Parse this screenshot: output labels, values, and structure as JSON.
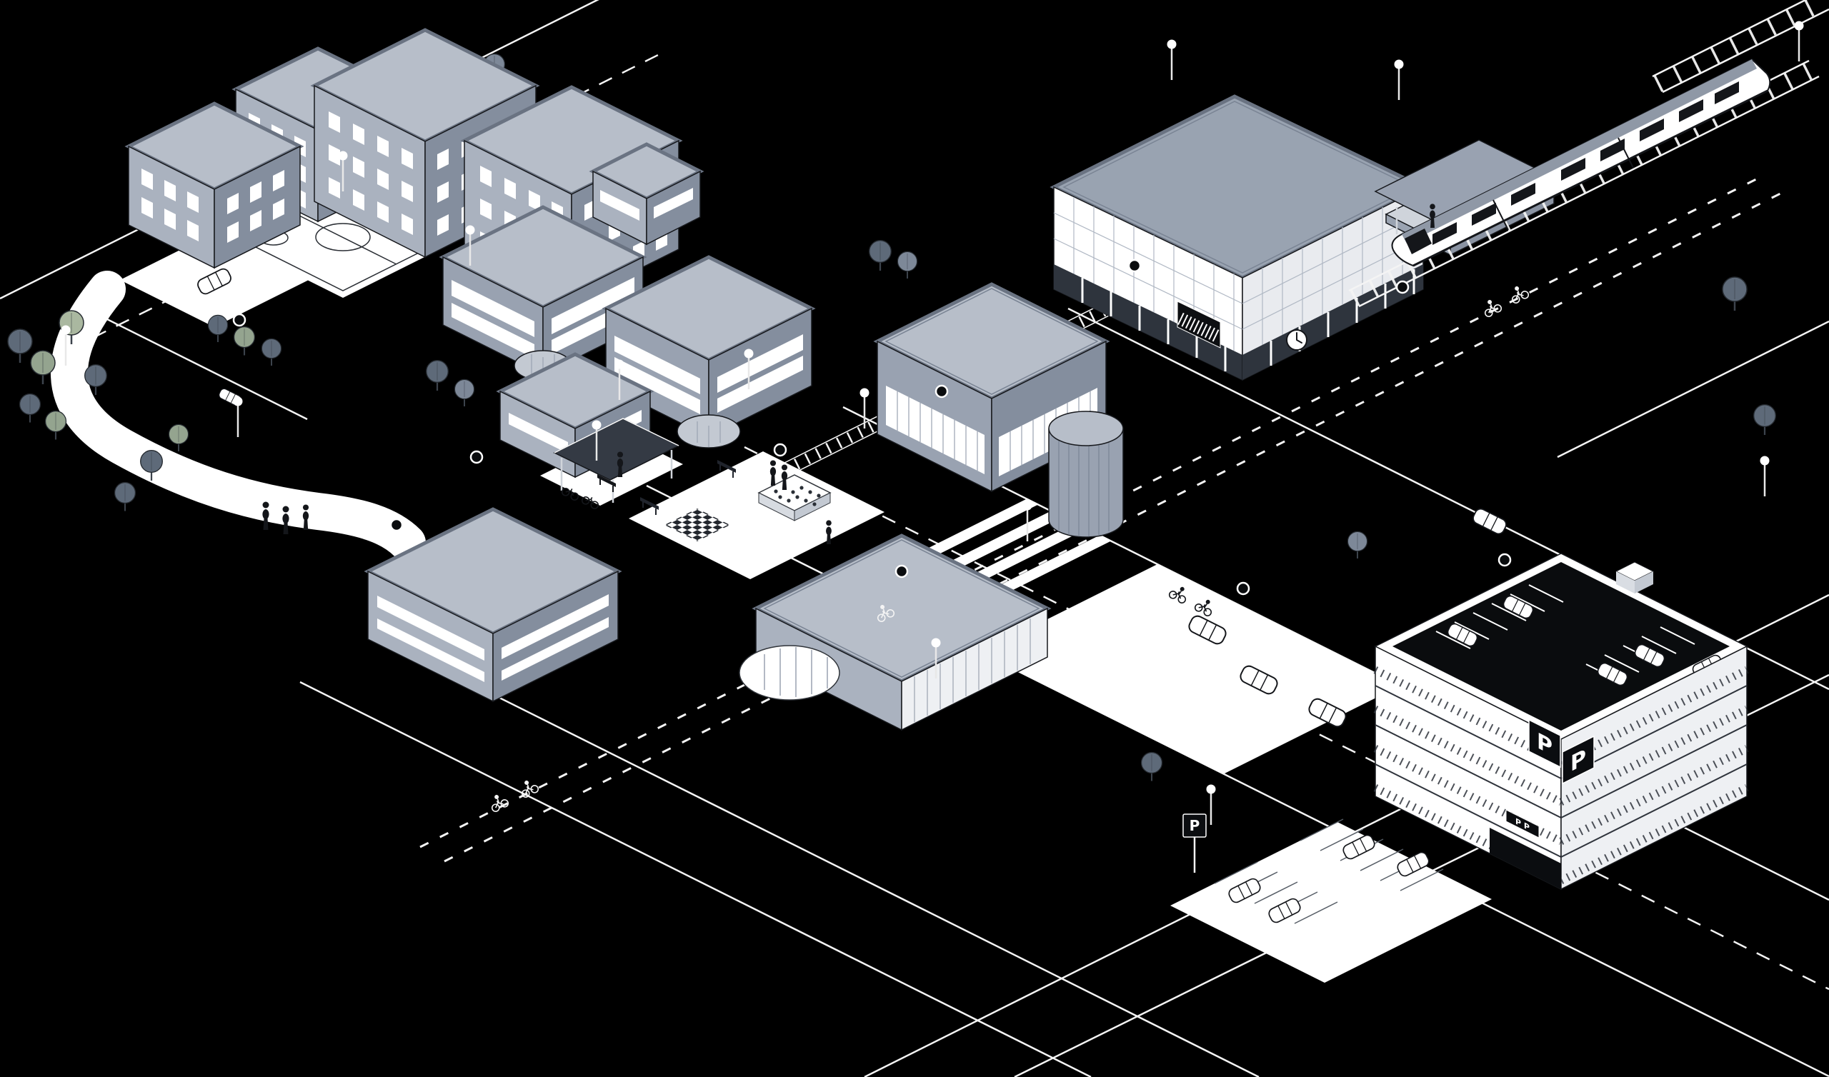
{
  "scene": {
    "kind": "isometric-city-district-illustration",
    "background": "#000000",
    "palette": {
      "outline": "#16181c",
      "line_white": "#f4f4f4",
      "surface_white": "#ffffff",
      "wall_light": "#aab2bf",
      "wall_mid": "#99a2b1",
      "wall_dark": "#848e9e",
      "roof_top": "#b7bec9",
      "roof_gray": "#99a3b1",
      "fascia": "#6a7382",
      "glass_dark": "#2e343d",
      "canopy_dark": "#343a44",
      "detail_dark": "#14161a",
      "tree_slate": "#5e6a79",
      "tree_gray": "#7d8898",
      "tree_green": "#94a48f",
      "tree_green_light": "#aab8a0",
      "concrete": "#cfd4db"
    },
    "labels": {
      "garage_corner_sign_left": "P",
      "garage_corner_sign_right": "P",
      "garage_entrance_sign": "P P",
      "parking_lot_sign": "P"
    },
    "inventory": {
      "buildings": [
        "apartment-block-small",
        "apartment-block-mid",
        "apartment-block-large",
        "office-block-grid",
        "annex-block",
        "school-glass-building",
        "glass-office-building",
        "pavilion-building",
        "event-hall-with-cylinder",
        "low-office-building",
        "white-hall-building",
        "railway-station-hall"
      ],
      "transport": [
        "railway-tracks",
        "commuter-train",
        "station-platform",
        "platform-canopy",
        "avenue",
        "side-streets",
        "bike-lane",
        "zebra-crossing",
        "station-walkway"
      ],
      "parking": [
        "multi-storey-parking-garage",
        "rooftop-parking-deck",
        "surface-parking-lot",
        "parking-signs"
      ],
      "public_space": [
        "basketball-court",
        "plaza",
        "chessboard",
        "flower-bed",
        "benches",
        "bus-shelter",
        "curved-footpath",
        "driveway"
      ],
      "street_objects": [
        "street-lamps",
        "node-markers",
        "trees",
        "cars",
        "cyclists",
        "pedestrians",
        "bicycles"
      ]
    }
  }
}
